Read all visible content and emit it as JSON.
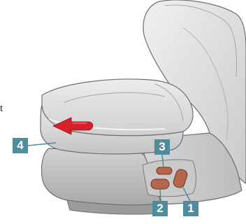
{
  "fragment_text": "t",
  "callouts": {
    "c1": "1",
    "c2": "2",
    "c3": "3",
    "c4": "4"
  },
  "colors": {
    "callout_bg": "#4f8d9c",
    "seat_light": "#e4e4e4",
    "seat_mid": "#cdcdcd",
    "seat_dark": "#9a9a9a",
    "outline": "#6e6e6e",
    "switch": "#b5674e",
    "arrow": "#d8202a"
  }
}
